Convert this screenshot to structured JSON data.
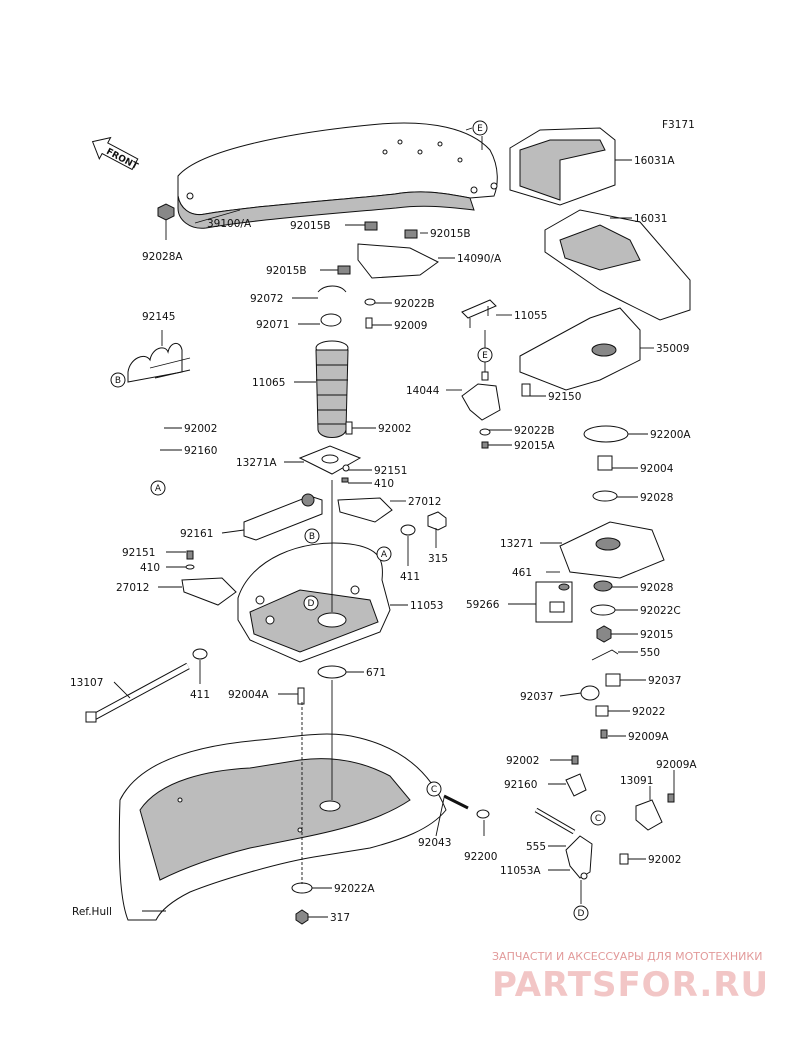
{
  "diagram": {
    "figure_code": "F3171",
    "front_label": "FRONT",
    "parts": [
      {
        "id": "p-16031A",
        "text": "16031A"
      },
      {
        "id": "p-16031",
        "text": "16031"
      },
      {
        "id": "p-39100A",
        "text": "39100/A"
      },
      {
        "id": "p-92028A",
        "text": "92028A"
      },
      {
        "id": "p-92015B-1",
        "text": "92015B"
      },
      {
        "id": "p-92015B-2",
        "text": "92015B"
      },
      {
        "id": "p-92015B-3",
        "text": "92015B"
      },
      {
        "id": "p-14090A",
        "text": "14090/A"
      },
      {
        "id": "p-92072",
        "text": "92072"
      },
      {
        "id": "p-92022B-1",
        "text": "92022B"
      },
      {
        "id": "p-92071",
        "text": "92071"
      },
      {
        "id": "p-92009",
        "text": "92009"
      },
      {
        "id": "p-92145",
        "text": "92145"
      },
      {
        "id": "p-11055",
        "text": "11055"
      },
      {
        "id": "p-35009",
        "text": "35009"
      },
      {
        "id": "p-11065",
        "text": "11065"
      },
      {
        "id": "p-14044",
        "text": "14044"
      },
      {
        "id": "p-92150",
        "text": "92150"
      },
      {
        "id": "p-92002-1",
        "text": "92002"
      },
      {
        "id": "p-92002-2",
        "text": "92002"
      },
      {
        "id": "p-92022B-2",
        "text": "92022B"
      },
      {
        "id": "p-92200A",
        "text": "92200A"
      },
      {
        "id": "p-92160-1",
        "text": "92160"
      },
      {
        "id": "p-92015A",
        "text": "92015A"
      },
      {
        "id": "p-13271A",
        "text": "13271A"
      },
      {
        "id": "p-92151-1",
        "text": "92151"
      },
      {
        "id": "p-92004",
        "text": "92004"
      },
      {
        "id": "p-410-1",
        "text": "410"
      },
      {
        "id": "p-92028-1",
        "text": "92028"
      },
      {
        "id": "p-27012-1",
        "text": "27012"
      },
      {
        "id": "p-92161",
        "text": "92161"
      },
      {
        "id": "p-315",
        "text": "315"
      },
      {
        "id": "p-13271",
        "text": "13271"
      },
      {
        "id": "p-92151-2",
        "text": "92151"
      },
      {
        "id": "p-410-2",
        "text": "410"
      },
      {
        "id": "p-411-1",
        "text": "411"
      },
      {
        "id": "p-461",
        "text": "461"
      },
      {
        "id": "p-92028-2",
        "text": "92028"
      },
      {
        "id": "p-27012-2",
        "text": "27012"
      },
      {
        "id": "p-11053",
        "text": "11053"
      },
      {
        "id": "p-59266",
        "text": "59266"
      },
      {
        "id": "p-92022C",
        "text": "92022C"
      },
      {
        "id": "p-92015",
        "text": "92015"
      },
      {
        "id": "p-550",
        "text": "550"
      },
      {
        "id": "p-671",
        "text": "671"
      },
      {
        "id": "p-13107",
        "text": "13107"
      },
      {
        "id": "p-92037-1",
        "text": "92037"
      },
      {
        "id": "p-92037-2",
        "text": "92037"
      },
      {
        "id": "p-411-2",
        "text": "411"
      },
      {
        "id": "p-92004A",
        "text": "92004A"
      },
      {
        "id": "p-92022",
        "text": "92022"
      },
      {
        "id": "p-92009A-1",
        "text": "92009A"
      },
      {
        "id": "p-92002-3",
        "text": "92002"
      },
      {
        "id": "p-92009A-2",
        "text": "92009A"
      },
      {
        "id": "p-92160-2",
        "text": "92160"
      },
      {
        "id": "p-13091",
        "text": "13091"
      },
      {
        "id": "p-92043",
        "text": "92043"
      },
      {
        "id": "p-92200",
        "text": "92200"
      },
      {
        "id": "p-555",
        "text": "555"
      },
      {
        "id": "p-92002-4",
        "text": "92002"
      },
      {
        "id": "p-11053A",
        "text": "11053A"
      },
      {
        "id": "p-92022A",
        "text": "92022A"
      },
      {
        "id": "p-refhull",
        "text": "Ref.Hull"
      },
      {
        "id": "p-317",
        "text": "317"
      }
    ],
    "callouts": [
      {
        "id": "c-E1",
        "text": "E"
      },
      {
        "id": "c-E2",
        "text": "E"
      },
      {
        "id": "c-B1",
        "text": "B"
      },
      {
        "id": "c-B2",
        "text": "B"
      },
      {
        "id": "c-A1",
        "text": "A"
      },
      {
        "id": "c-A2",
        "text": "A"
      },
      {
        "id": "c-C1",
        "text": "C"
      },
      {
        "id": "c-C2",
        "text": "C"
      },
      {
        "id": "c-D1",
        "text": "D"
      },
      {
        "id": "c-D2",
        "text": "D"
      }
    ],
    "watermark": {
      "tagline": "ЗАПЧАСТИ И АКСЕССУАРЫ ДЛЯ МОТОТЕХНИКИ",
      "brand": "PARTSFOR.RU"
    }
  }
}
